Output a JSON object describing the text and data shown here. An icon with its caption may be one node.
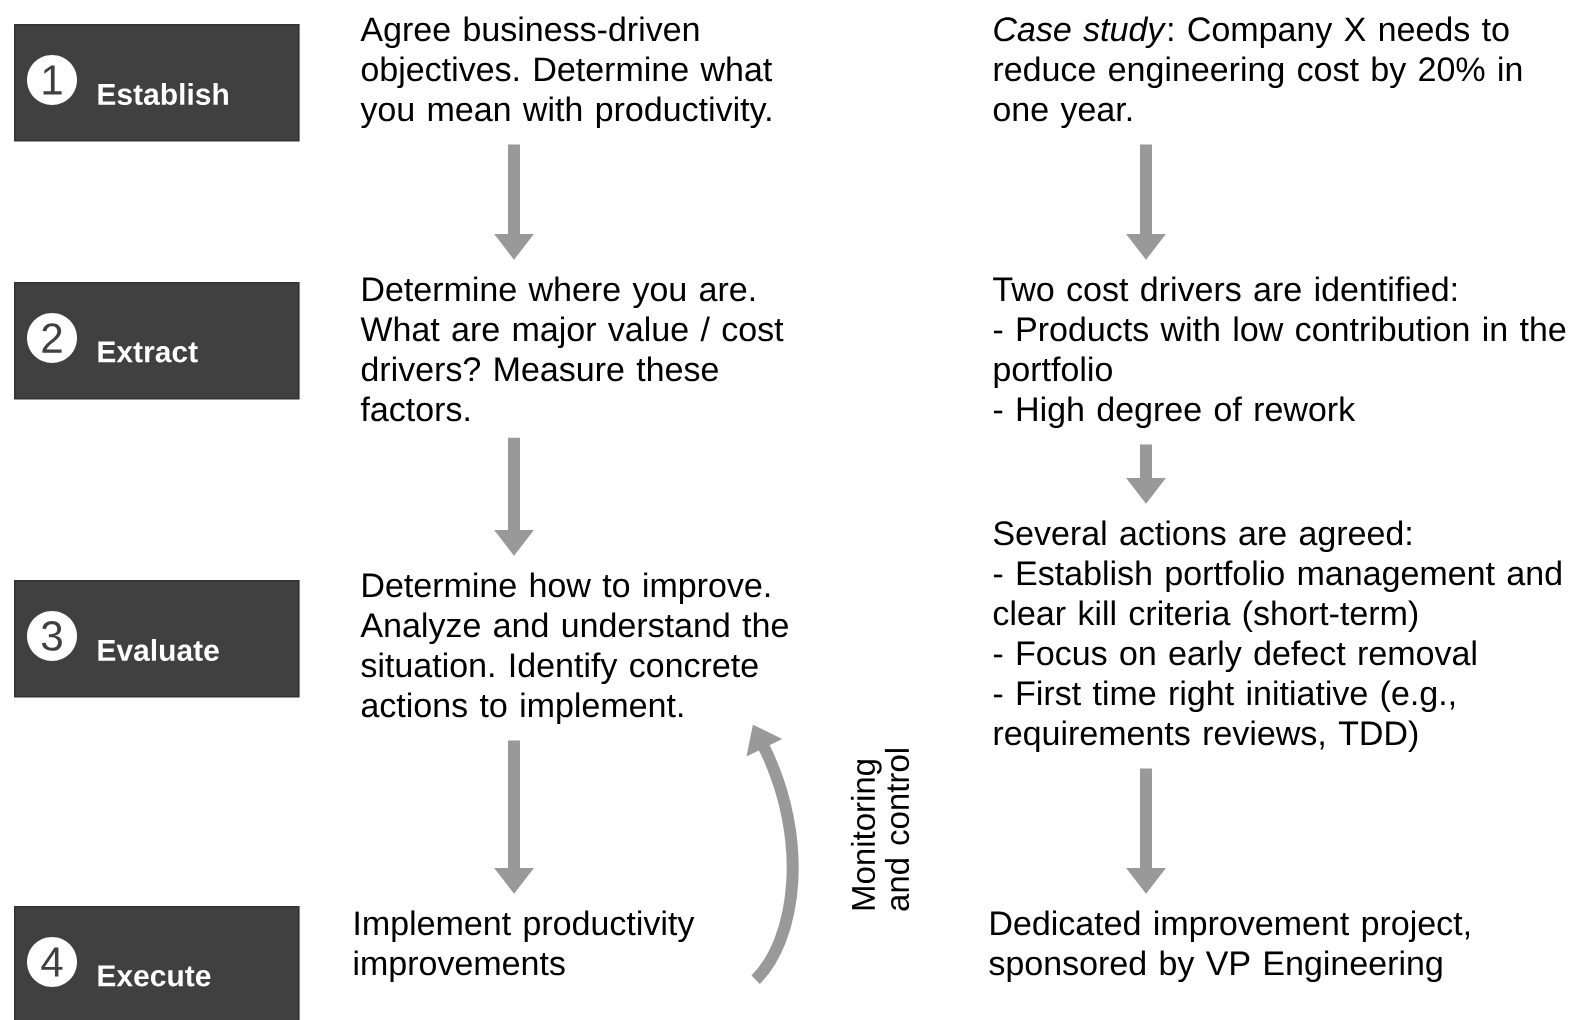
{
  "diagram": {
    "nodes": [
      {
        "text": [
          "1",
          "Establish"
        ]
      },
      {
        "text": [
          "2",
          "Extract"
        ]
      },
      {
        "text": [
          "3",
          "Evaluate"
        ]
      },
      {
        "text": [
          "4",
          "Execute"
        ]
      },
      {
        "text": [
          "Agree business-driven objectives. Determine what you mean with productivity."
        ]
      },
      {
        "text": [
          "Determine where you are. What are major value / cost drivers? Measure these factors."
        ]
      },
      {
        "text": [
          "Determine how to improve. Analyze and understand the situation. Identify concrete actions to implement."
        ]
      },
      {
        "text": [
          "Implement productivity improvements"
        ]
      },
      {
        "text": [
          "*Case study*: Company X needs to reduce engineering cost by 20% in one year."
        ]
      },
      {
        "text": [
          "Two cost drivers are identified:",
          "- Products with low contribution in the portfolio",
          "- High degree of rework"
        ]
      },
      {
        "text": [
          "Several actions are agreed:",
          "- Establish portfolio management and clear kill criteria (short-term)",
          "- Focus on early defect removal",
          "- First time right initiative (e.g., requirements reviews, TDD)"
        ]
      },
      {
        "text": [
          "Dedicated improvement project, sponsored by VP Engineering"
        ]
      }
    ],
    "edges": [
      {
        "from": 4,
        "to": 5,
        "arrow": "to"
      },
      {
        "from": 5,
        "to": 6,
        "arrow": "to"
      },
      {
        "from": 6,
        "to": 7,
        "arrow": "to"
      },
      {
        "from": 8,
        "to": 9,
        "arrow": "to"
      },
      {
        "from": 9,
        "to": 10,
        "arrow": "to"
      },
      {
        "from": 10,
        "to": 11,
        "arrow": "to"
      },
      {
        "from": 7,
        "to": 6,
        "arrow": "to",
        "label": "Monitoring and control"
      }
    ]
  }
}
